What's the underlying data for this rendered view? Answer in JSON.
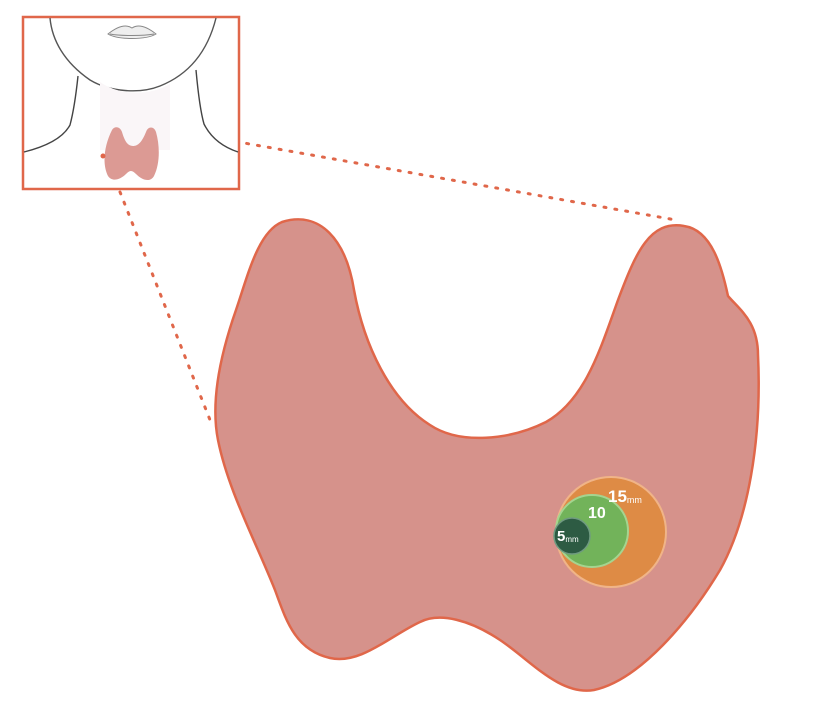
{
  "colors": {
    "outline": "#e0674a",
    "thyroid_fill": "#d6928b",
    "inset_thyroid_fill": "#dc9a94",
    "neck_line": "#444444",
    "nodule_15": "#de8b45",
    "nodule_10": "#72b35a",
    "nodule_5": "#2d5b43",
    "label": "#ffffff"
  },
  "nodules": [
    {
      "id": "15",
      "size_mm": 15,
      "label": "15",
      "unit": "mm"
    },
    {
      "id": "10",
      "size_mm": 10,
      "label": "10",
      "unit": ""
    },
    {
      "id": "5",
      "size_mm": 5,
      "label": "5",
      "unit": "mm"
    }
  ]
}
